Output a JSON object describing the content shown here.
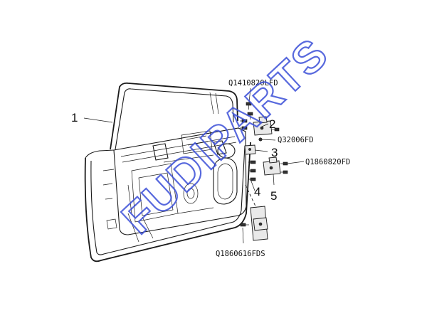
{
  "callouts": {
    "c1": "1",
    "c2": "2",
    "c3": "3",
    "c4": "4",
    "c5": "5"
  },
  "part_codes": {
    "bolt_upper": "Q1410820LFD",
    "nut_hinge": "Q32006FD",
    "bolt_lower_right": "Q1860820FD",
    "bolt_check": "Q1860616FDS"
  },
  "watermark": "FUDIPARTS",
  "colors": {
    "watermark": "#3b4fd8",
    "line": "#1a1a1a",
    "background": "#ffffff"
  }
}
